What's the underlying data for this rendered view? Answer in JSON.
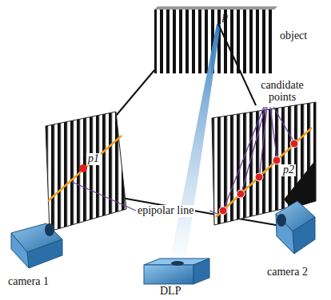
{
  "diagram": {
    "nodes": [
      {
        "text": [
          "object"
        ]
      },
      {
        "text": [
          "camera 1"
        ]
      },
      {
        "text": [
          "camera 2"
        ]
      },
      {
        "text": [
          "DLP"
        ]
      }
    ],
    "labels": [
      "p",
      "candidate points",
      "p1",
      "p2",
      "epipolar line"
    ]
  }
}
